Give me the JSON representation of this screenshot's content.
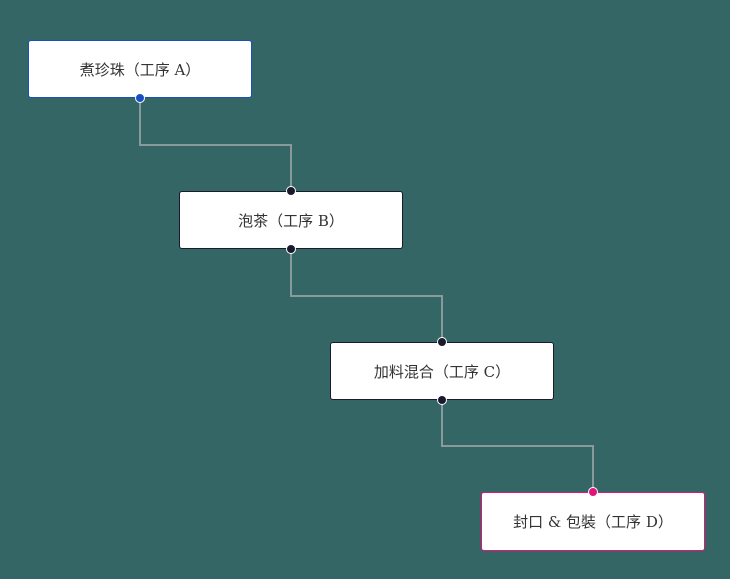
{
  "nodes": [
    {
      "label": "煮珍珠（工序 A）",
      "color": "#1a4fc4"
    },
    {
      "label": "泡茶（工序 B）",
      "color": "#1a1a2e"
    },
    {
      "label": "加料混合（工序 C）",
      "color": "#1a1a2e"
    },
    {
      "label": "封口 & 包裝（工序 D）",
      "color": "#e0157a"
    }
  ],
  "colors": {
    "background": "#346665",
    "edge": "#8a9a9a"
  }
}
